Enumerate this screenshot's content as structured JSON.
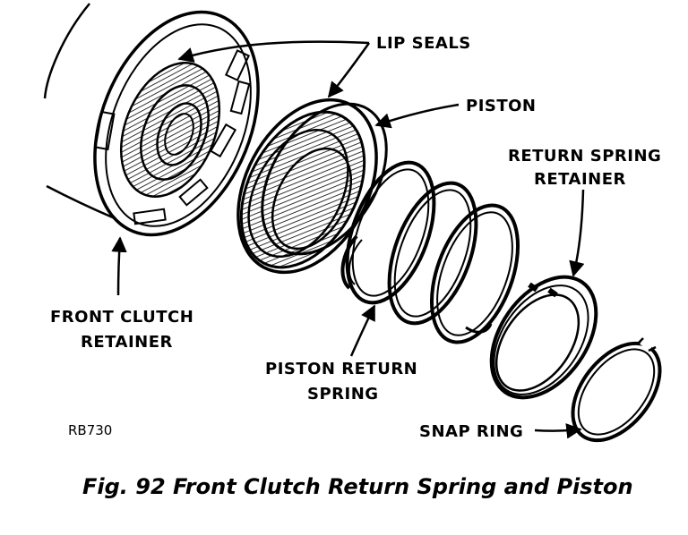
{
  "labels": {
    "lip_seals": "LIP SEALS",
    "piston": "PISTON",
    "return_spring_retainer_line1": "RETURN SPRING",
    "return_spring_retainer_line2": "RETAINER",
    "front_clutch_retainer_line1": "FRONT CLUTCH",
    "front_clutch_retainer_line2": "RETAINER",
    "piston_return_spring_line1": "PISTON RETURN",
    "piston_return_spring_line2": "SPRING",
    "snap_ring": "SNAP RING",
    "figure_id": "RB730"
  },
  "caption": "Fig. 92 Front Clutch Return Spring and Piston"
}
